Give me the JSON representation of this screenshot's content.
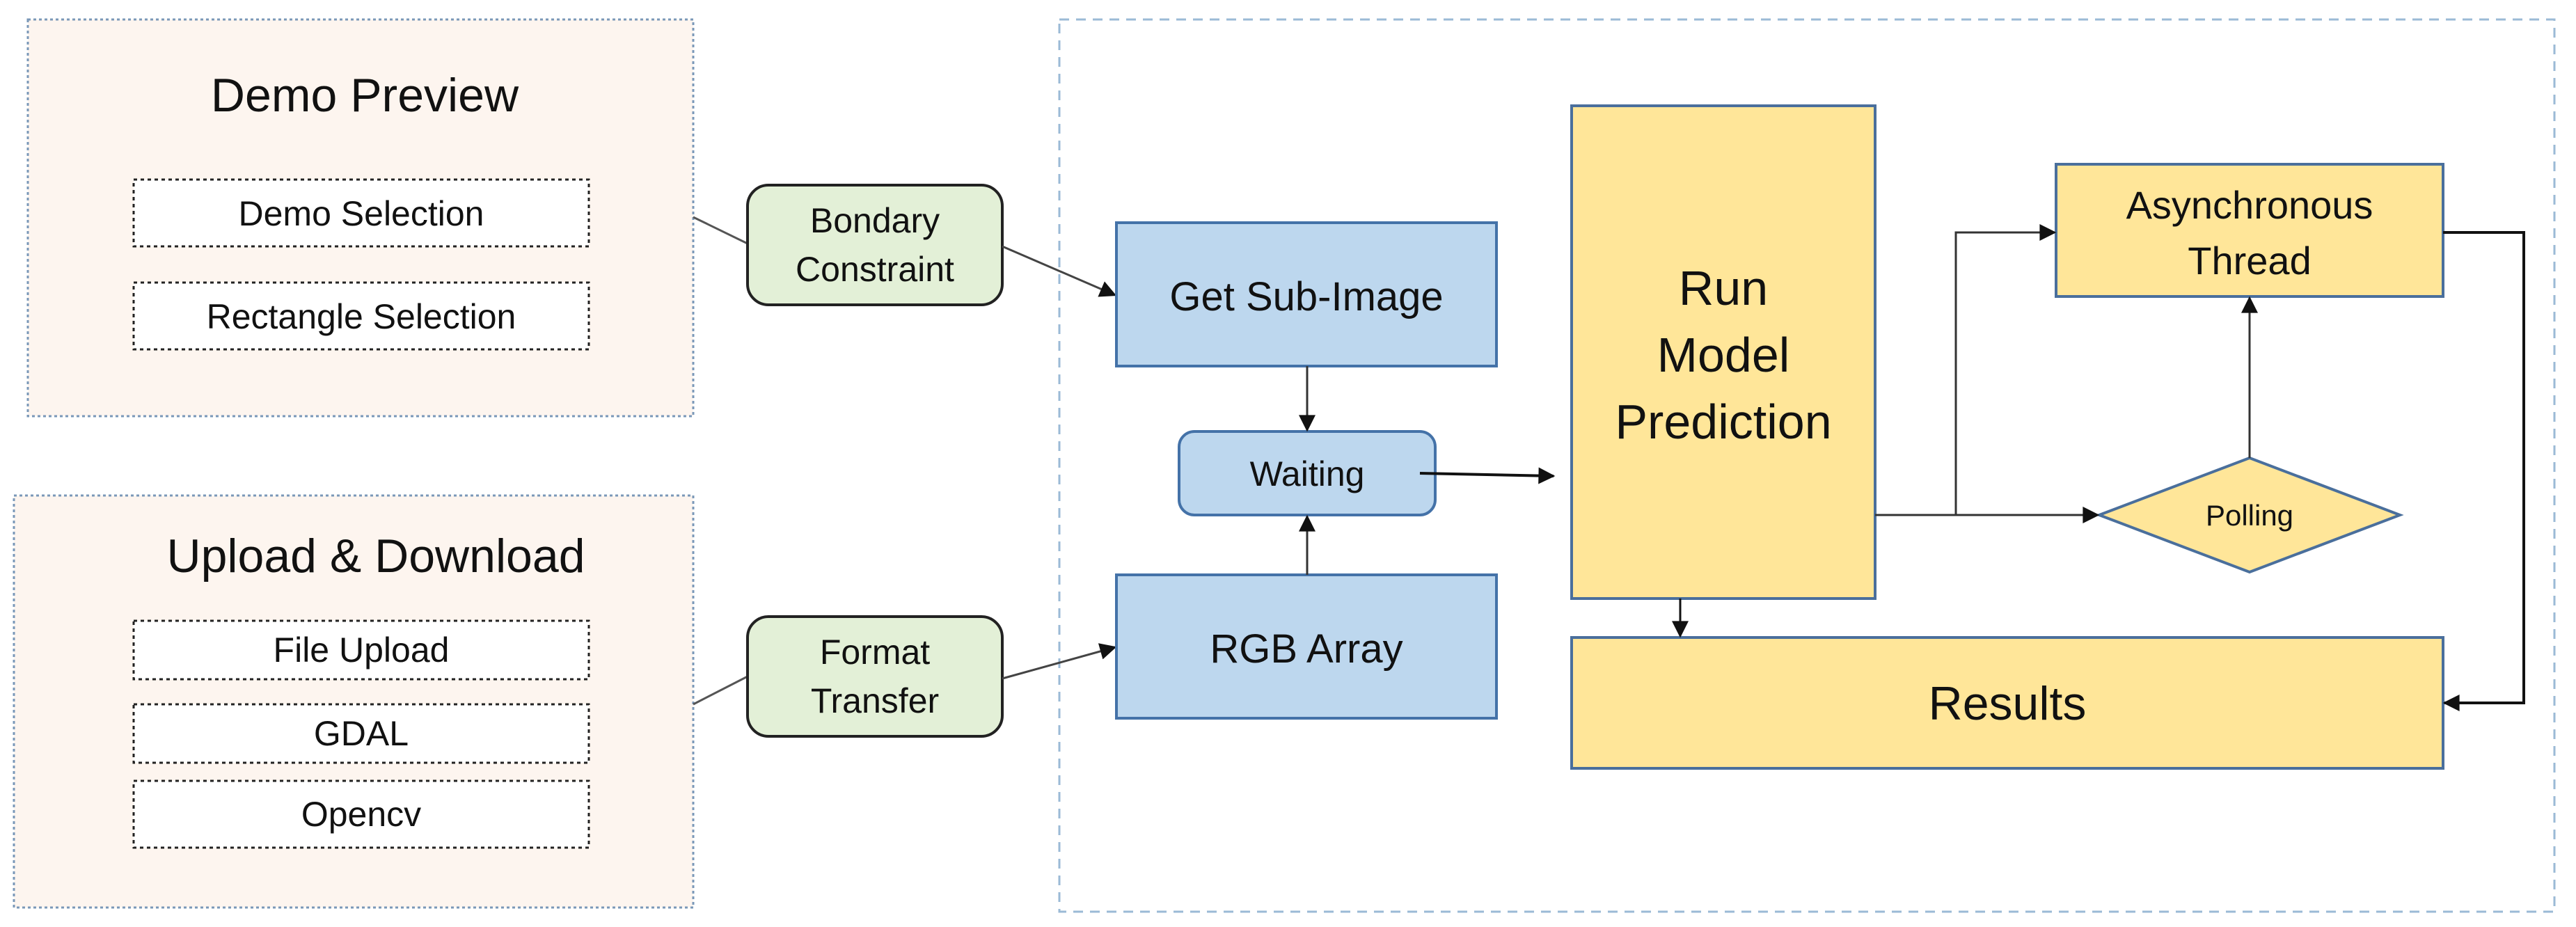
{
  "groups": {
    "demo_preview": {
      "title": "Demo Preview",
      "items": [
        "Demo Selection",
        "Rectangle Selection"
      ]
    },
    "upload_download": {
      "title": "Upload & Download",
      "items": [
        "File Upload",
        "GDAL",
        "Opencv"
      ]
    }
  },
  "nodes": {
    "bondary_constraint": [
      "Bondary",
      "Constraint"
    ],
    "format_transfer": [
      "Format",
      "Transfer"
    ],
    "get_sub_image": "Get Sub-Image",
    "waiting": "Waiting",
    "rgb_array": "RGB Array",
    "run_model_prediction": [
      "Run",
      "Model",
      "Prediction"
    ],
    "asynchronous_thread": [
      "Asynchronous",
      "Thread"
    ],
    "polling": "Polling",
    "results": "Results"
  },
  "colors": {
    "panel_fill": "#fdf5ef",
    "panel_border": "#7a98b8",
    "green_fill": "#e3f0d7",
    "blue_fill": "#bdd7ee",
    "blue_border": "#4472a8",
    "yellow_fill": "#ffe699",
    "yellow_border": "#4a6f9c",
    "dashed_region": "#9bbad6",
    "line": "#333333"
  }
}
